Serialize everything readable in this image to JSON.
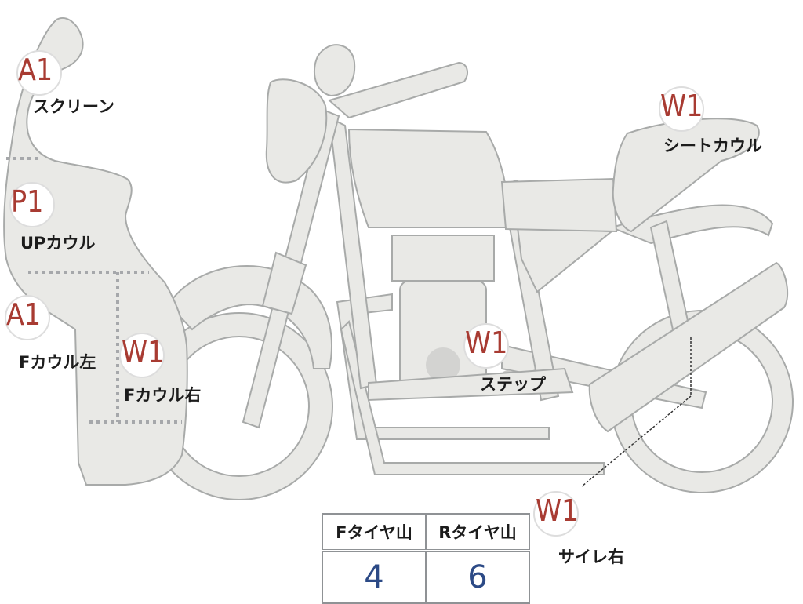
{
  "parts": [
    {
      "grade": "A1",
      "label": "スクリーン"
    },
    {
      "grade": "P1",
      "label": "UPカウル"
    },
    {
      "grade": "A1",
      "label": "Fカウル左"
    },
    {
      "grade": "W1",
      "label": "Fカウル右"
    },
    {
      "grade": "W1",
      "label": "ステップ"
    },
    {
      "grade": "W1",
      "label": "シートカウル"
    },
    {
      "grade": "W1",
      "label": "サイレ右"
    }
  ],
  "tire_table": {
    "headers": [
      "Fタイヤ山",
      "Rタイヤ山"
    ],
    "values": [
      "4",
      "6"
    ]
  },
  "colors": {
    "grade_text": "#a83b32",
    "tire_value": "#2c4a86",
    "part_fill": "#e9e9e6",
    "seam_dots": "#a6a8ab"
  }
}
